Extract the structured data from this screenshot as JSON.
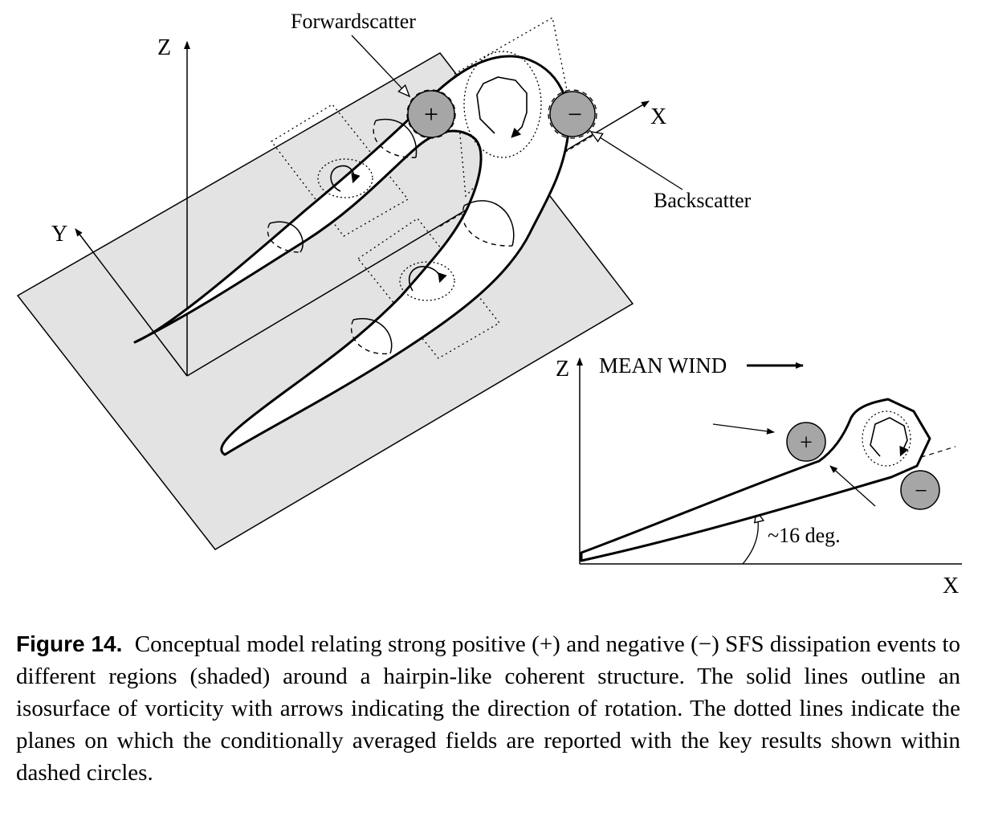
{
  "diagram": {
    "labels": {
      "forwardscatter": "Forwardscatter",
      "backscatter": "Backscatter",
      "axis_z": "Z",
      "axis_y": "Y",
      "axis_x": "X",
      "plus": "+",
      "minus": "−"
    },
    "inset": {
      "axis_z": "Z",
      "axis_x": "X",
      "mean_wind": "MEAN WIND",
      "angle": "~16 deg.",
      "plus": "+",
      "minus": "−"
    }
  },
  "caption": {
    "label": "Figure 14.",
    "text": "Conceptual model relating strong positive (+) and negative (−) SFS dissipation events to different regions (shaded) around a hairpin-like coherent structure. The solid lines outline an isosurface of vorticity with arrows indicating the direction of rotation.  The dotted lines indicate the planes on which the conditionally averaged fields are reported with the key results shown within dashed circles."
  },
  "colors": {
    "plane_fill": "#e3e3e3",
    "event_fill": "#a6a6a6",
    "line": "#000000"
  }
}
